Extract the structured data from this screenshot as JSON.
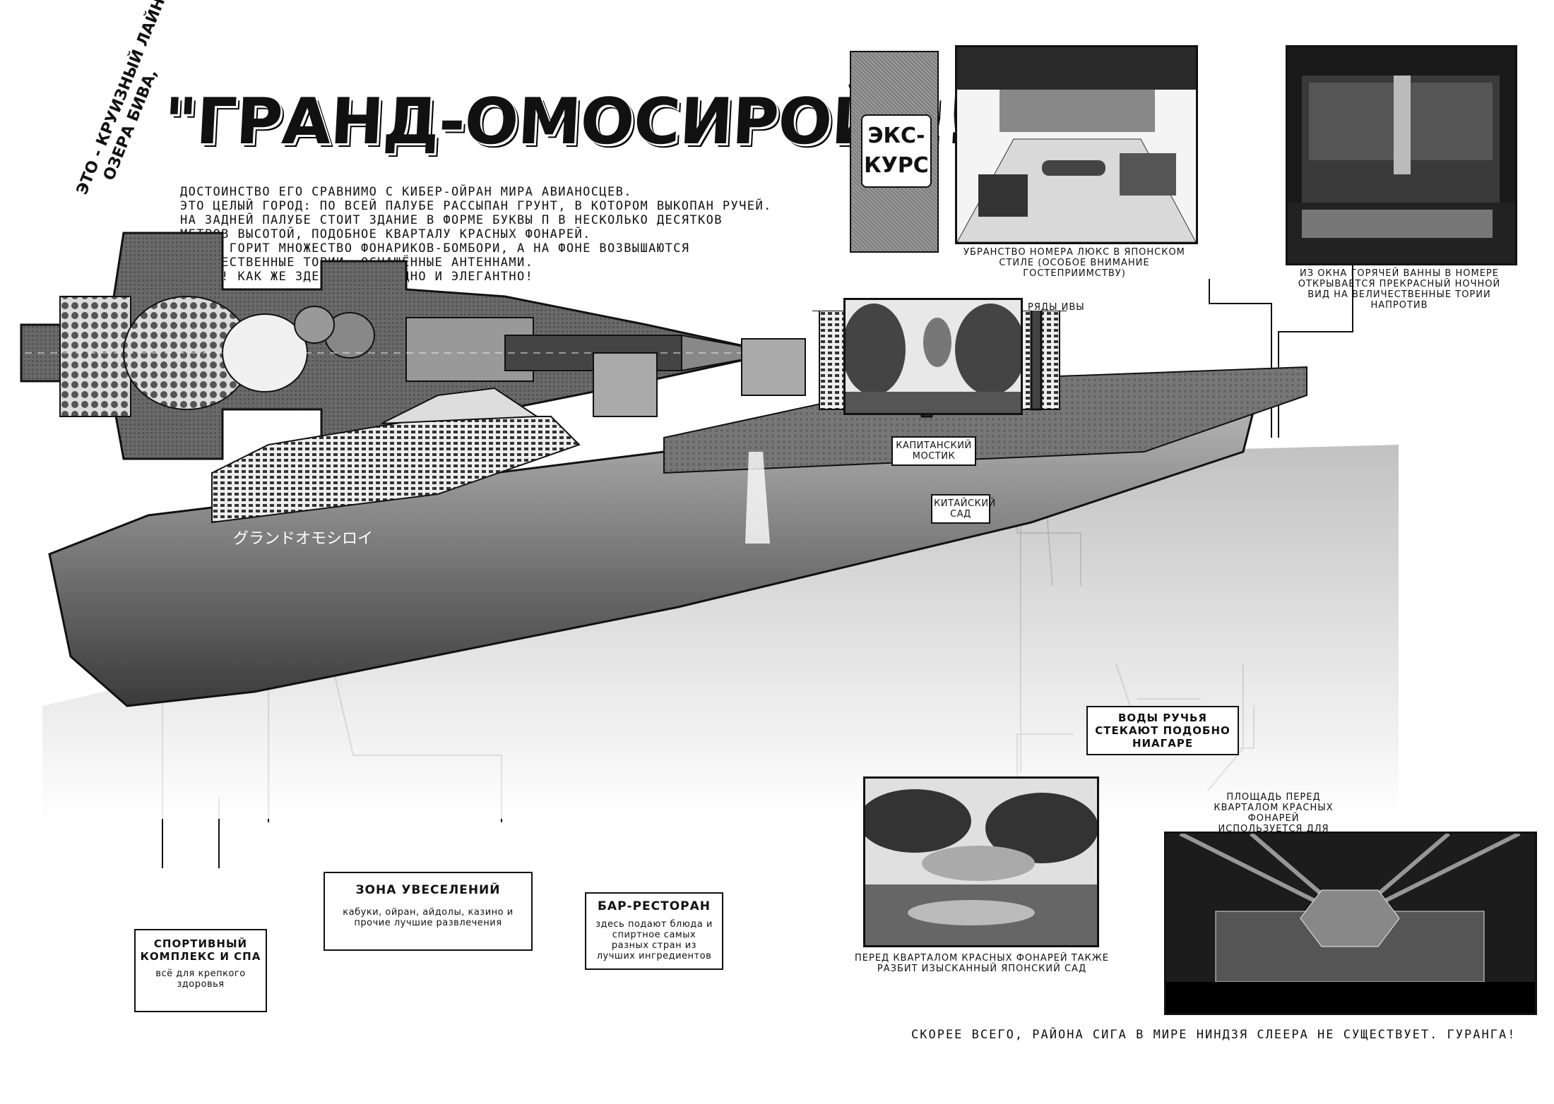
{
  "vertical_caption": {
    "line1": "ЭТО - КРУИЗНЫЙ ЛАЙНЕР",
    "line2": "ОЗЕРА БИВА,"
  },
  "title": "\"ГРАНД-ОМОСИРОЙ\"!!!",
  "intro_lines": [
    "ДОСТОИНСТВО ЕГО СРАВНИМО С КИБЕР-ОЙРАН МИРА АВИАНОСЦЕВ.",
    "ЭТО ЦЕЛЫЙ ГОРОД: ПО ВСЕЙ ПАЛУБЕ РАССЫПАН ГРУНТ, В КОТОРОМ ВЫКОПАН РУЧЕЙ.",
    "НА ЗАДНЕЙ ПАЛУБЕ СТОИТ ЗДАНИЕ В ФОРМЕ БУКВЫ П В НЕСКОЛЬКО ДЕСЯТКОВ",
    "МЕТРОВ ВЫСОТОЙ, ПОДОБНОЕ КВАРТАЛУ КРАСНЫХ ФОНАРЕЙ.",
    "ВЕЗДЕ ГОРИТ МНОЖЕСТВО ФОНАРИКОВ-БОМБОРИ, А НА ФОНЕ ВОЗВЫШАЮТСЯ",
    "ВЕЛИЧЕСТВЕННЫЕ ТОРИИ, ОСНАЩЁННЫЕ АНТЕННАМИ.",
    "БУДДА! КАК ЖЕ ЗДЕСЬ ВСЁ ИЗЯЩНО И ЭЛЕГАНТНО!"
  ],
  "excursion_badge": {
    "line1": "ЭКС-",
    "line2": "КУРС"
  },
  "captions": {
    "suite": "Убранство номера люкс в японском стиле (особое внимание гостеприимству)",
    "bath": "Из окна горячей ванны в номере открывается прекрасный ночной вид на величественные тории напротив",
    "willows": "Ряды ивы",
    "bridge": "Капитанский мостик",
    "chinese_garden": "Китайский сад",
    "waterfall": "Воды ручья стекают подобно Ниагаре",
    "plaza": "Площадь перед кварталом красных фонарей используется для бизнес-презентаций и концертов",
    "japanese_garden": "Перед кварталом красных фонарей также разбит изысканный японский сад"
  },
  "hull_text": "グランドオモシロイ",
  "boxes": {
    "entertainment": {
      "title": "Зона увеселений",
      "text": "Кабуки, ойран, айдолы, казино и прочие лучшие развлечения"
    },
    "bar": {
      "title": "Бар-ресторан",
      "text": "Здесь подают блюда и спиртное самых разных стран из лучших ингредиентов"
    },
    "sport": {
      "title": "Спортивный комплекс и СПА",
      "text": "Всё для крепкого здоровья"
    }
  },
  "footer": "Скорее всего, района Сига в мире Ниндзя Слеера не существует. Гуранга!"
}
